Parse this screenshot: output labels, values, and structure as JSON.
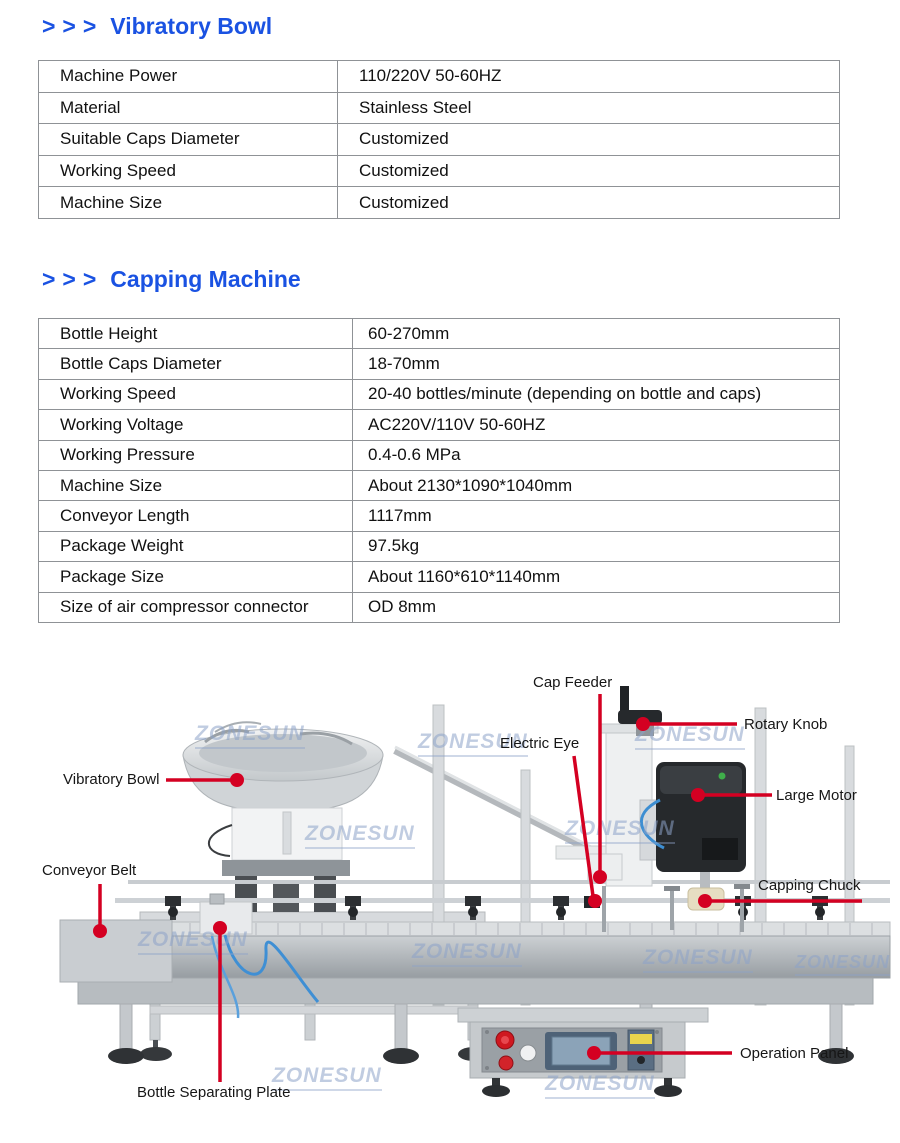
{
  "colors": {
    "accent_blue": "#1a52e2",
    "callout_red": "#d40022",
    "watermark_blue": "#8ca3c9",
    "table_border_gray": "#8f9296"
  },
  "sections": {
    "vibratory_bowl": {
      "heading_prefix": ">>>",
      "heading": "Vibratory Bowl",
      "rows": [
        {
          "label": "Machine Power",
          "value": "110/220V 50-60HZ"
        },
        {
          "label": "Material",
          "value": "Stainless Steel"
        },
        {
          "label": "Suitable Caps Diameter",
          "value": "Customized"
        },
        {
          "label": "Working Speed",
          "value": "Customized"
        },
        {
          "label": "Machine Size",
          "value": "Customized"
        }
      ]
    },
    "capping_machine": {
      "heading_prefix": ">>>",
      "heading": "Capping Machine",
      "rows": [
        {
          "label": "Bottle Height",
          "value": "60-270mm"
        },
        {
          "label": "Bottle Caps Diameter",
          "value": "18-70mm"
        },
        {
          "label": "Working Speed",
          "value": "20-40 bottles/minute (depending on bottle and caps)"
        },
        {
          "label": "Working Voltage",
          "value": "AC220V/110V 50-60HZ"
        },
        {
          "label": "Working Pressure",
          "value": "0.4-0.6 MPa"
        },
        {
          "label": "Machine Size",
          "value": "About 2130*1090*1040mm"
        },
        {
          "label": "Conveyor Length",
          "value": "1117mm"
        },
        {
          "label": "Package Weight",
          "value": "97.5kg"
        },
        {
          "label": "Package Size",
          "value": "About 1160*610*1140mm"
        },
        {
          "label": "Size of air compressor connector",
          "value": "OD 8mm"
        }
      ]
    }
  },
  "diagram": {
    "brand_watermark": "ZONESUN",
    "labels": {
      "cap_feeder": "Cap Feeder",
      "rotary_knob": "Rotary Knob",
      "electric_eye": "Electric Eye",
      "large_motor": "Large Motor",
      "vibratory_bowl": "Vibratory Bowl",
      "capping_chuck": "Capping Chuck",
      "conveyor_belt": "Conveyor Belt",
      "operation_panel": "Operation Panel",
      "bottle_separating_plate": "Bottle Separating Plate"
    }
  }
}
